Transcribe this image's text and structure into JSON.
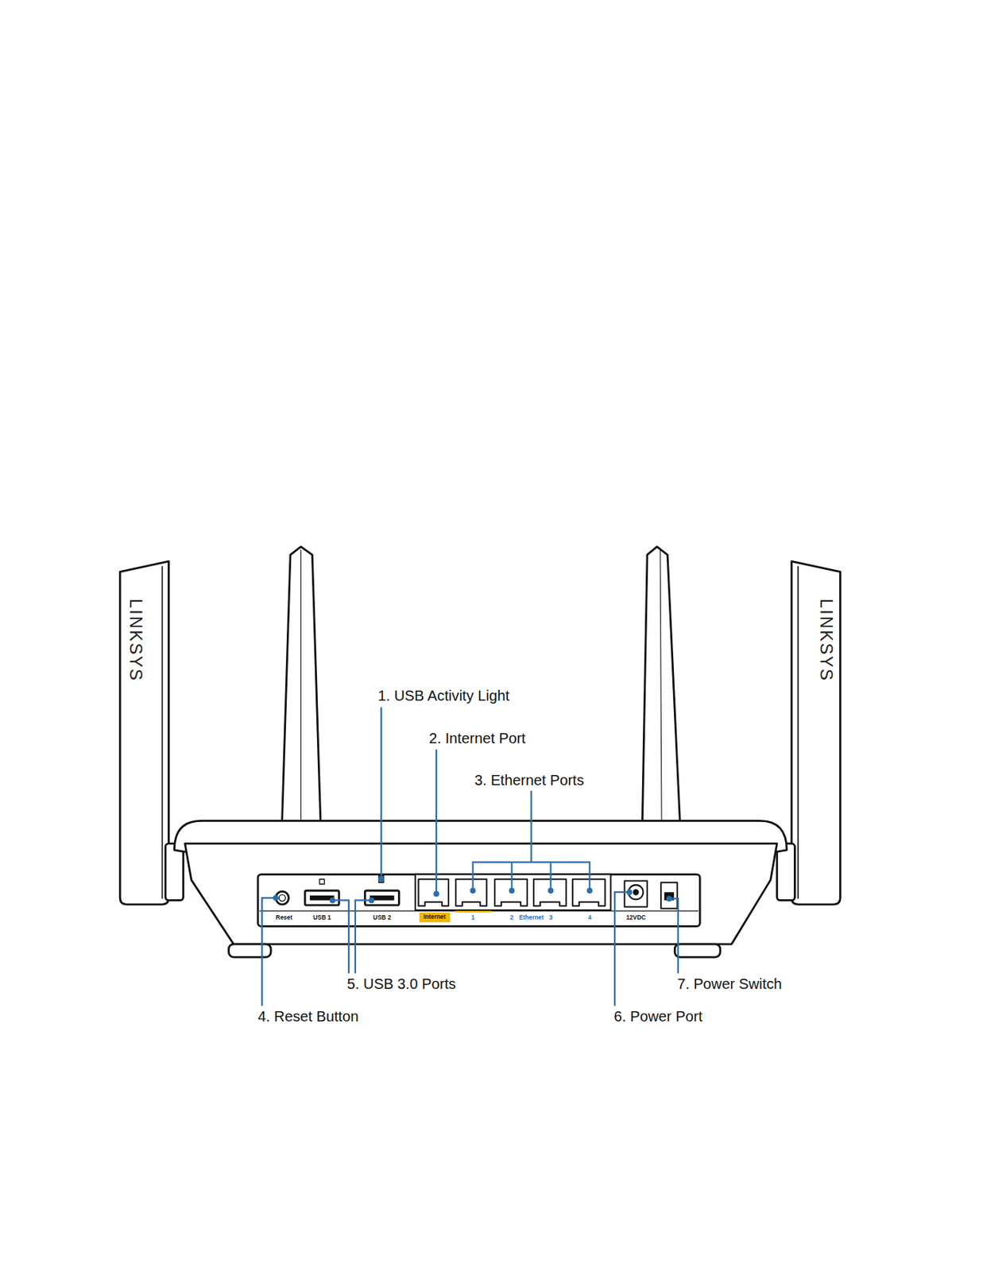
{
  "diagram": {
    "labels": [
      "LINKSYS",
      "LINKSYS",
      "1. USB Activity Light",
      "2. Internet Port",
      "3. Ethernet Ports",
      "Reset",
      "USB 1",
      "USB 2",
      "Internet",
      "1",
      "2",
      "Ethernet",
      "3",
      "4",
      "12VDC",
      "5. USB 3.0 Ports",
      "7. Power Switch",
      "4. Reset Button",
      "6. Power Port"
    ]
  }
}
